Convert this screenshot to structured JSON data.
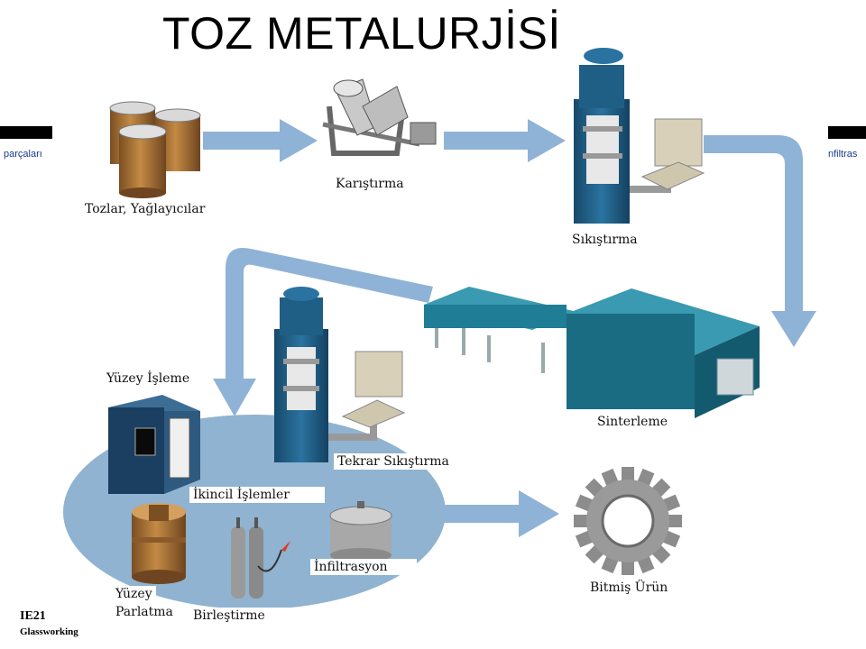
{
  "title": "TOZ METALURJİSİ",
  "edge_left_text": "parçaları",
  "edge_right_text": "nfiltras",
  "footer": {
    "code": "IE21",
    "subtitle": "Glassworking"
  },
  "steps": {
    "powders": "Tozlar, Yağlayıcılar",
    "mixing": "Karıştırma",
    "compaction": "Sıkıştırma",
    "sintering": "Sinterleme",
    "repressing": "Tekrar Sıkıştırma",
    "surface_treatment": "Yüzey İşleme",
    "secondary_ops": "İkincil İşlemler",
    "infiltration": "İnfiltrasyon",
    "joining": "Birleştirme",
    "polishing_line1": "Yüzey",
    "polishing_line2": "Parlatma",
    "finished": "Bitmiş Ürün"
  },
  "colors": {
    "arrow": "#8fb3d6",
    "ellipse": "#8fb3d1",
    "press": "#1f5f86",
    "furnace": "#1f7d95",
    "can": "#b07a3a",
    "gear": "#8c8c8c"
  },
  "icons": [
    "powder-cans-icon",
    "v-mixer-icon",
    "press-icon",
    "furnace-icon",
    "machine-tool-icon",
    "bushing-icon",
    "gas-cylinders-icon",
    "pot-icon",
    "gear-icon"
  ]
}
